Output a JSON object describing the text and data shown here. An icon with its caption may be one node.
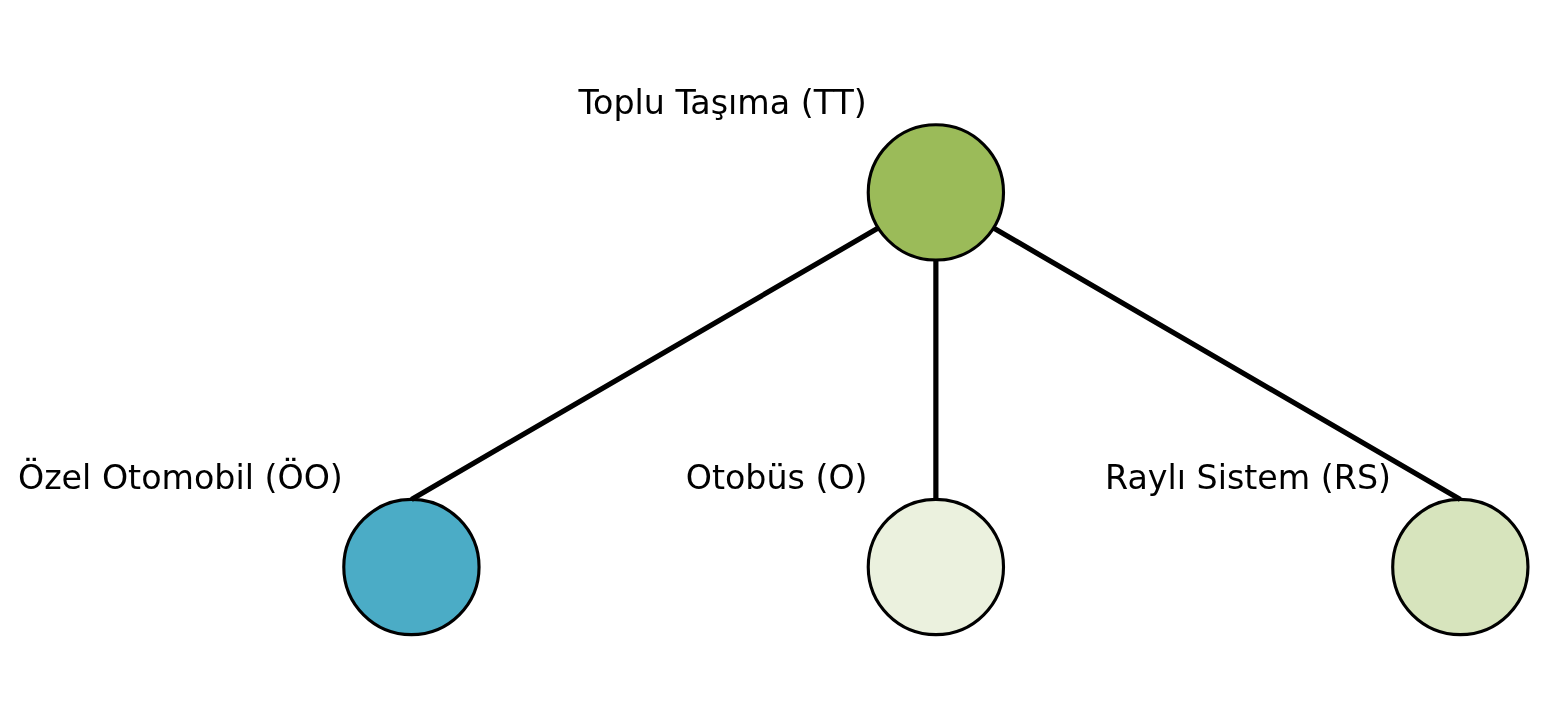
{
  "diagram": {
    "nodes": [
      {
        "text": [
          "Özel Otomobil (ÖO)"
        ]
      },
      {
        "text": [
          "Toplu Taşıma (TT)"
        ]
      },
      {
        "text": [
          "Otobüs (O)"
        ]
      },
      {
        "text": [
          "Raylı Sistem (RS)"
        ]
      }
    ],
    "edges": [
      {
        "from": 0,
        "to": 1,
        "arrow": "none"
      },
      {
        "from": 1,
        "to": 2,
        "arrow": "none"
      },
      {
        "from": 1,
        "to": 3,
        "arrow": "none"
      }
    ]
  }
}
